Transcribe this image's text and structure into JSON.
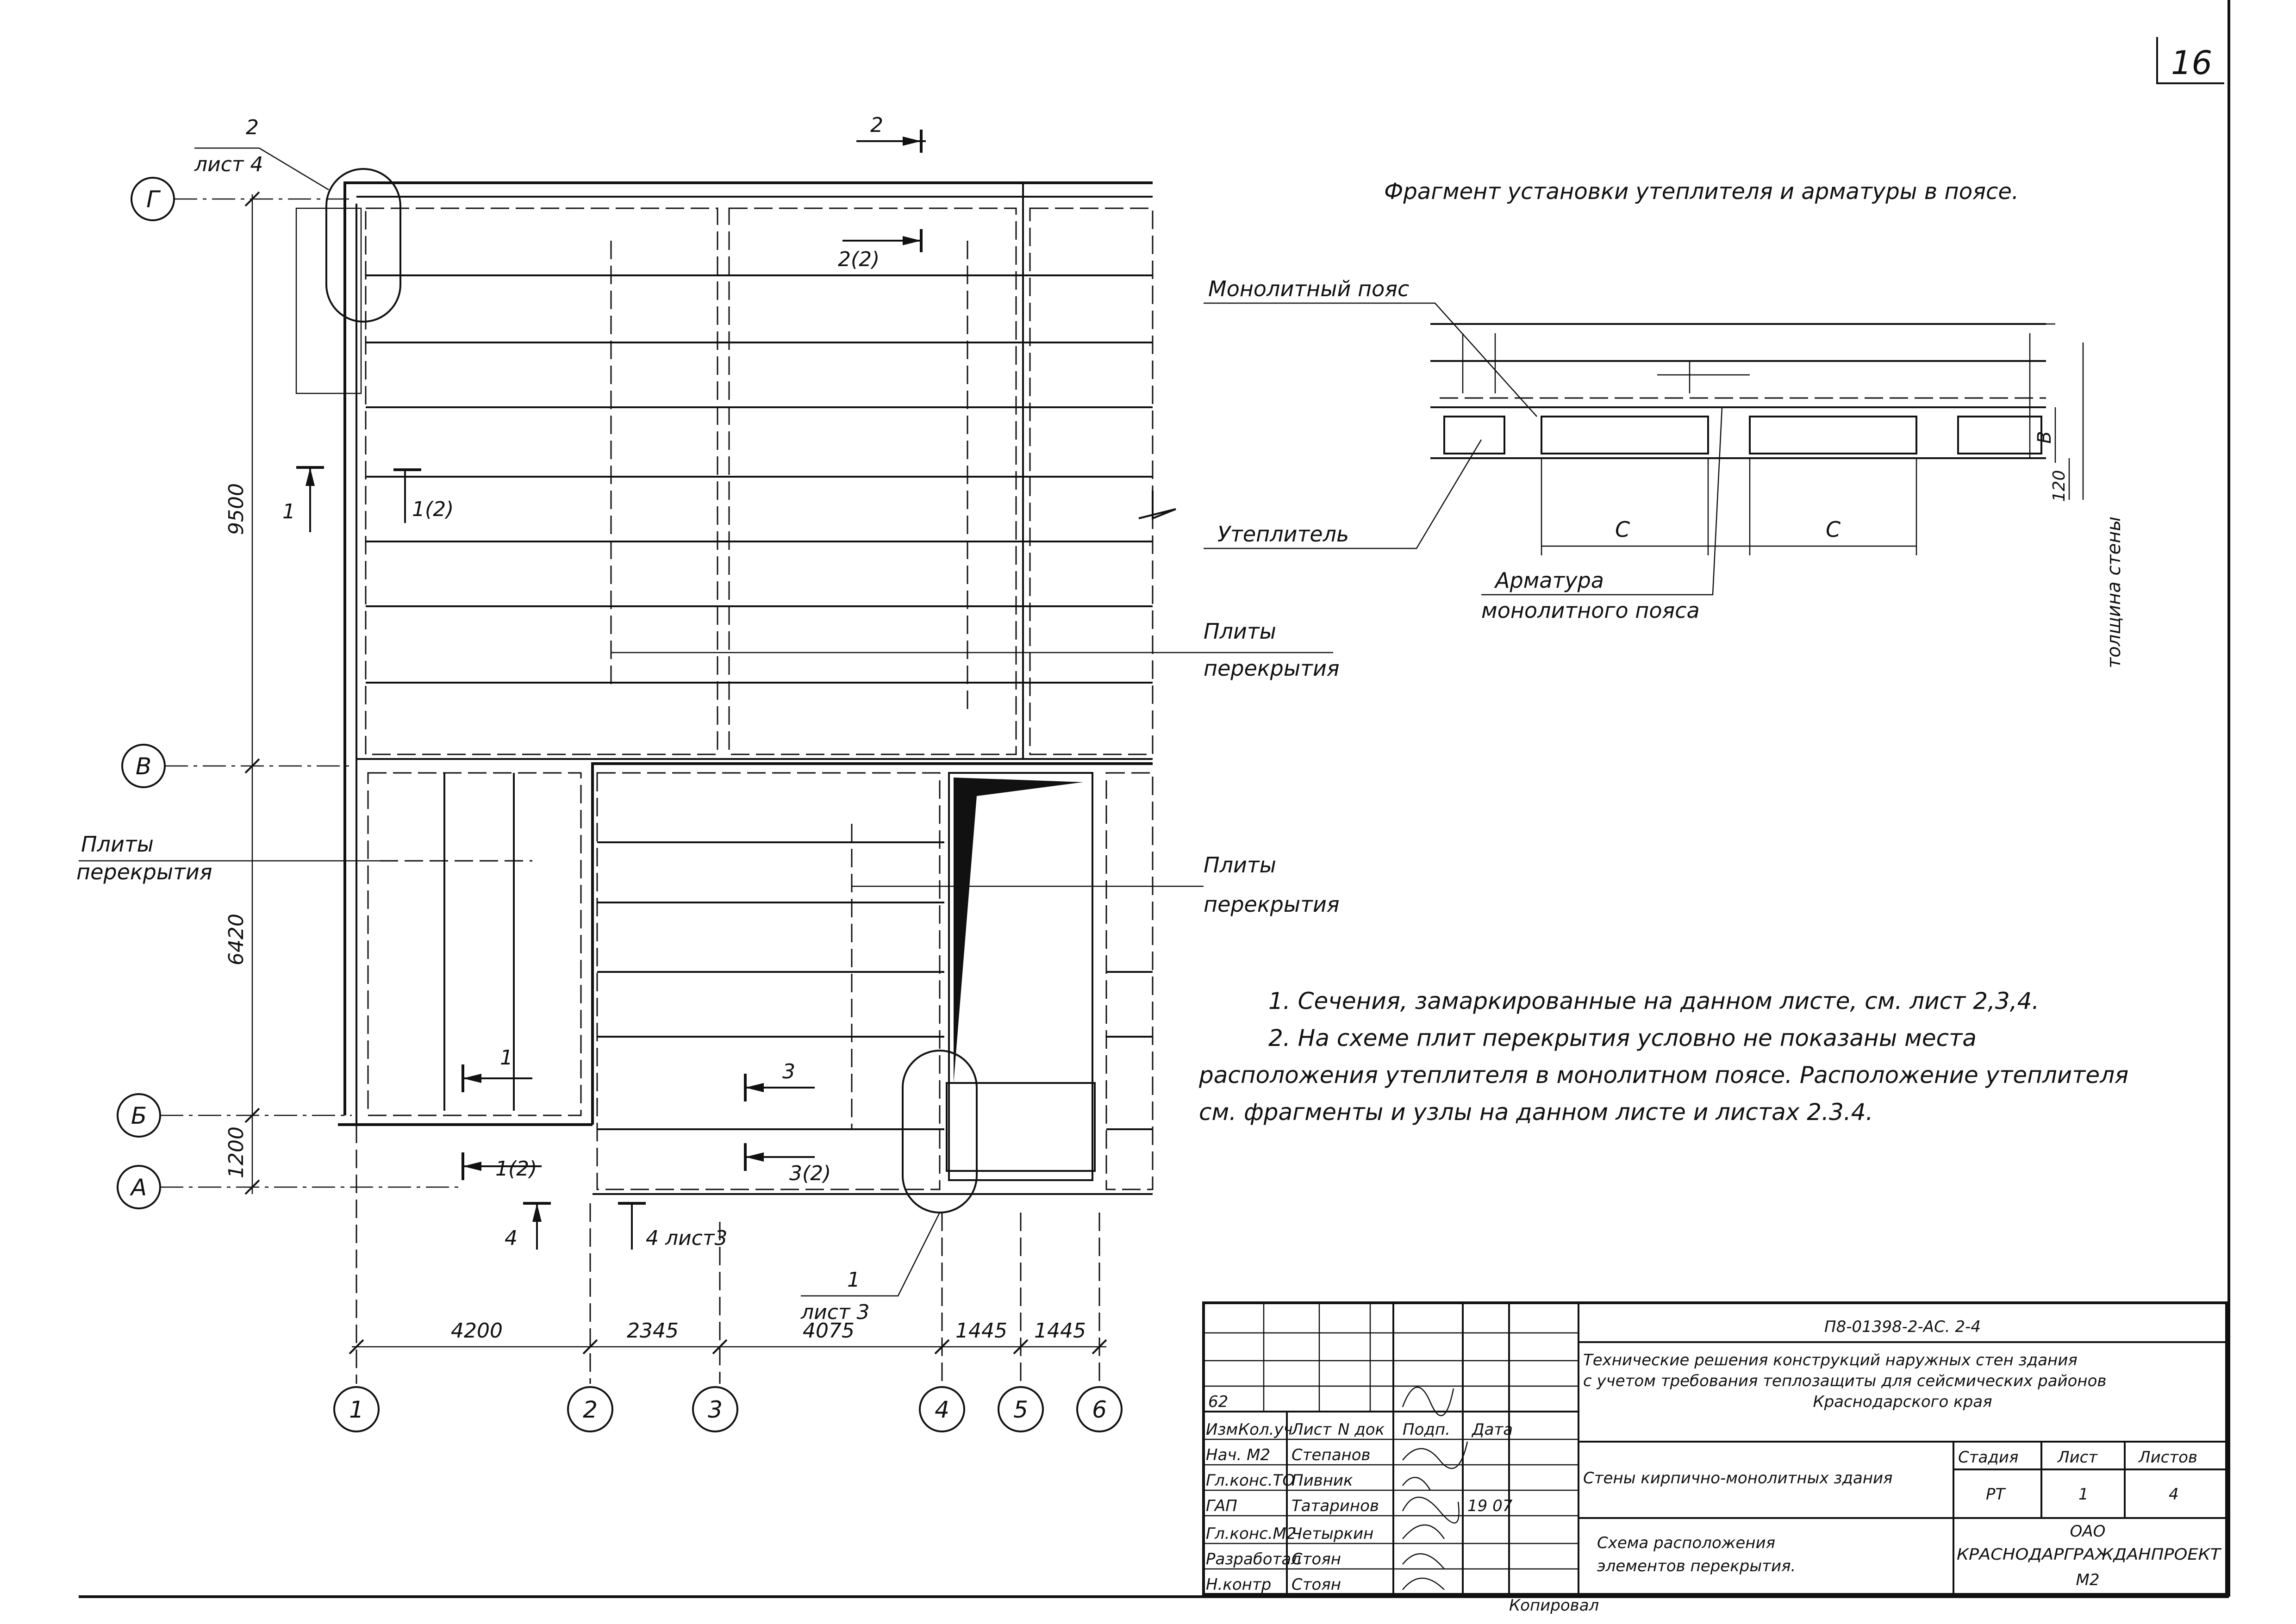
{
  "sheet_number": "16",
  "axes_rows": [
    "Г",
    "В",
    "Б",
    "А"
  ],
  "axes_cols": [
    "1",
    "2",
    "3",
    "4",
    "5",
    "6"
  ],
  "dims_vertical": [
    "9500",
    "6420",
    "1200"
  ],
  "dims_horizontal": [
    "4200",
    "2345",
    "4075",
    "1445",
    "1445"
  ],
  "plan_labels": {
    "callout_top_num": "2",
    "callout_top_sheet": "лист 4",
    "section_2_top": "2",
    "section_2_2": "2(2)",
    "section_1": "1",
    "section_1_2": "1(2)",
    "section_1_bottom": "1",
    "section_1_2_bottom": "1(2)",
    "section_3": "3",
    "section_3_2": "3(2)",
    "section_4": "4",
    "section_4_sheet": "4 лист3",
    "callout_bottom_num": "1",
    "callout_bottom_sheet": "лист 3",
    "slabs_right_1": "Плиты",
    "slabs_right_1b": "перекрытия",
    "slabs_left": "Плиты",
    "slabs_left_b": "перекрытия",
    "slabs_right_2": "Плиты",
    "slabs_right_2b": "перекрытия"
  },
  "fragment": {
    "title": "Фрагмент установки утеплителя и арматуры в поясе.",
    "monolith_belt": "Монолитный пояс",
    "insulation": "Утеплитель",
    "rebar_1": "Арматура",
    "rebar_2": "монолитного пояса",
    "dim_c1": "С",
    "dim_c2": "С",
    "dim_b": "В",
    "dim_120": "120",
    "wall_thickness": "толщина стены"
  },
  "notes": [
    "1. Сечения, замаркированные на данном листе, см. лист 2,3,4.",
    "2. На схеме плит перекрытия условно не показаны места",
    "расположения утеплителя в монолитном поясе. Расположение утеплителя",
    "см. фрагменты и узлы на данном листе и листах 2.3.4."
  ],
  "title_block": {
    "doc_code": "П8-01398-2-АС. 2-4",
    "project_title_1": "Технические решения конструкций наружных стен здания",
    "project_title_2": "с учетом требования теплозащиты для сейсмических районов",
    "project_title_3": "Краснодарского края",
    "sheet_group": "Стены кирпично-монолитных здания",
    "drawing_title_1": "Схема расположения",
    "drawing_title_2": "элементов перекрытия.",
    "stage_label": "Стадия",
    "sheet_label": "Лист",
    "sheets_label": "Листов",
    "stage": "РТ",
    "sheet": "1",
    "sheets": "4",
    "org_1": "ОАО",
    "org_2": "КРАСНОДАРГРАЖДАНПРОЕКТ",
    "org_3": "М2",
    "rev_no": "62",
    "head_izm": "Изм.",
    "head_kol": "Кол.уч",
    "head_list": "Лист",
    "head_ndok": "N док",
    "head_podp": "Подп.",
    "head_data": "Дата",
    "date_1": "19 07",
    "roles": [
      {
        "role": "Нач. М2",
        "name": "Степанов"
      },
      {
        "role": "Гл.конс.ТО",
        "name": "Пивник"
      },
      {
        "role": "ГАП",
        "name": "Татаринов"
      },
      {
        "role": "Гл.конс.М2",
        "name": "Четыркин"
      },
      {
        "role": "Разработал",
        "name": "Стоян"
      },
      {
        "role": "Н.контр",
        "name": "Стоян"
      }
    ],
    "copied": "Копировал"
  }
}
